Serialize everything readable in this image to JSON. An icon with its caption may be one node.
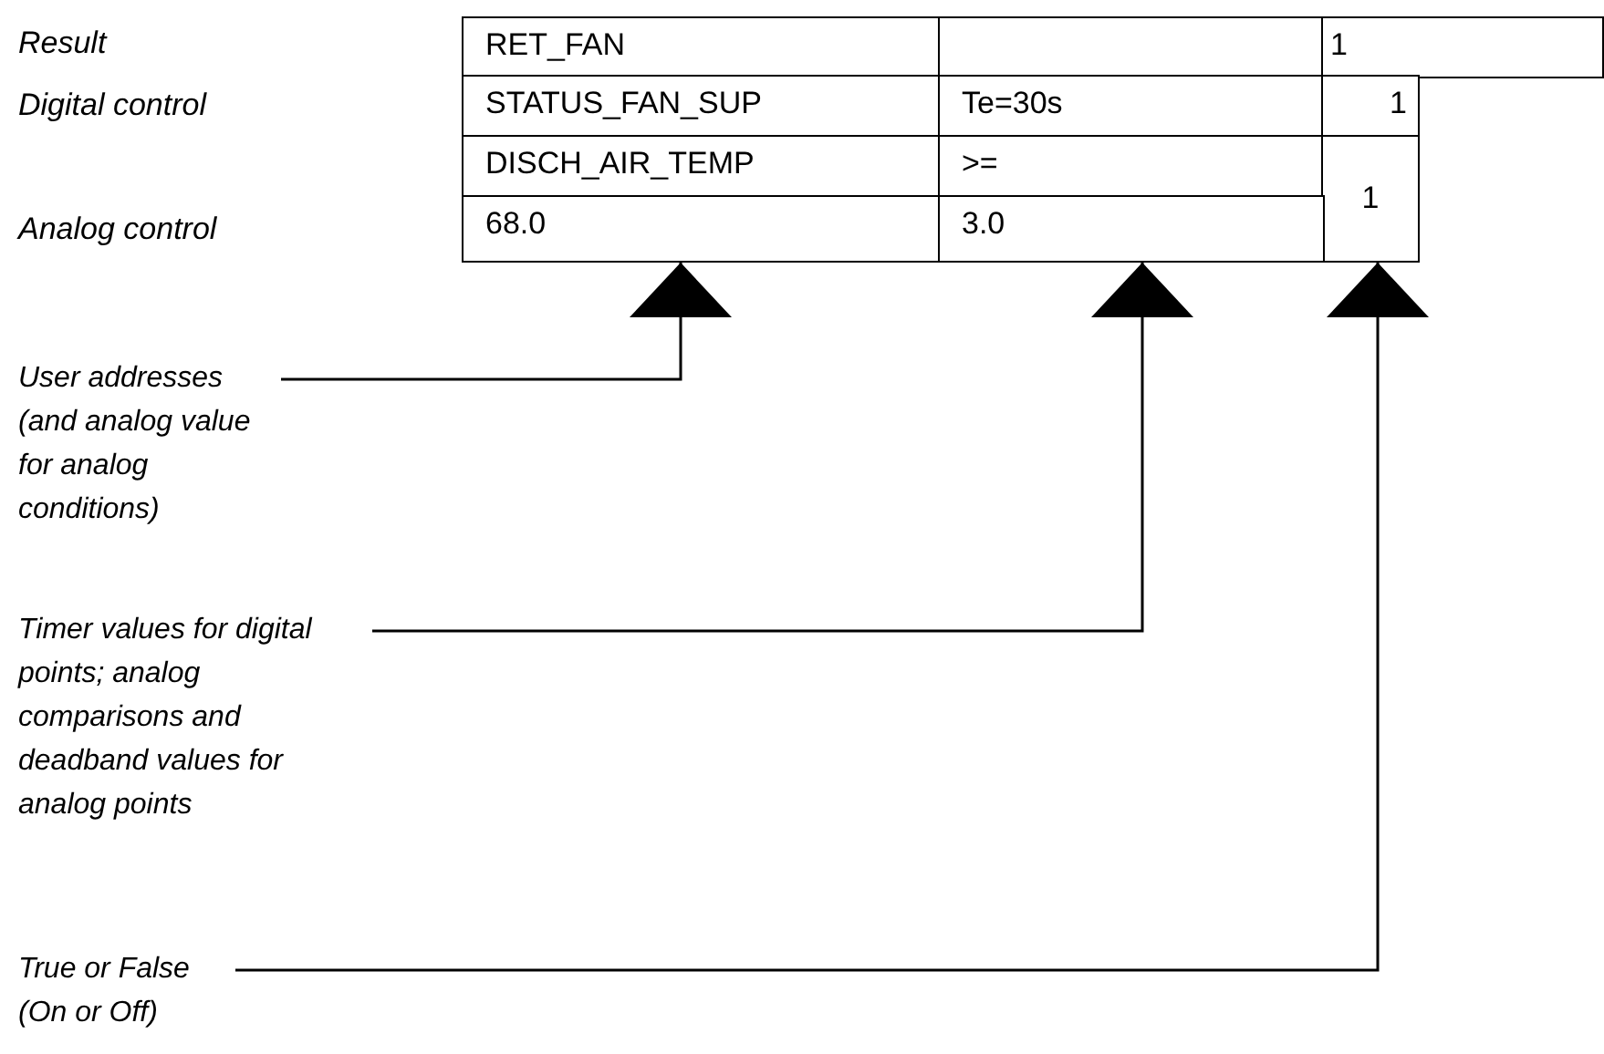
{
  "diagram": {
    "nodes": [
      {
        "text": [
          "User addresses (and analog value for analog conditions)"
        ]
      },
      {
        "text": [
          "Timer values for digital points; analog comparisons and deadband values for analog points"
        ]
      },
      {
        "text": [
          "True or False (On or Off)"
        ]
      },
      {
        "text": [
          "68.0"
        ]
      },
      {
        "text": [
          "3.0"
        ]
      },
      {
        "text": [
          "1"
        ]
      }
    ],
    "edges": [
      {
        "from": 0,
        "to": 3,
        "arrow": "to"
      },
      {
        "from": 1,
        "to": 4,
        "arrow": "to"
      },
      {
        "from": 2,
        "to": 5,
        "arrow": "to"
      }
    ],
    "labels": [
      "Result",
      "Digital control",
      "Analog control",
      "RET_FAN",
      "1",
      "STATUS_FAN_SUP",
      "Te=30s",
      "1",
      "DISCH_AIR_TEMP",
      ">="
    ]
  }
}
